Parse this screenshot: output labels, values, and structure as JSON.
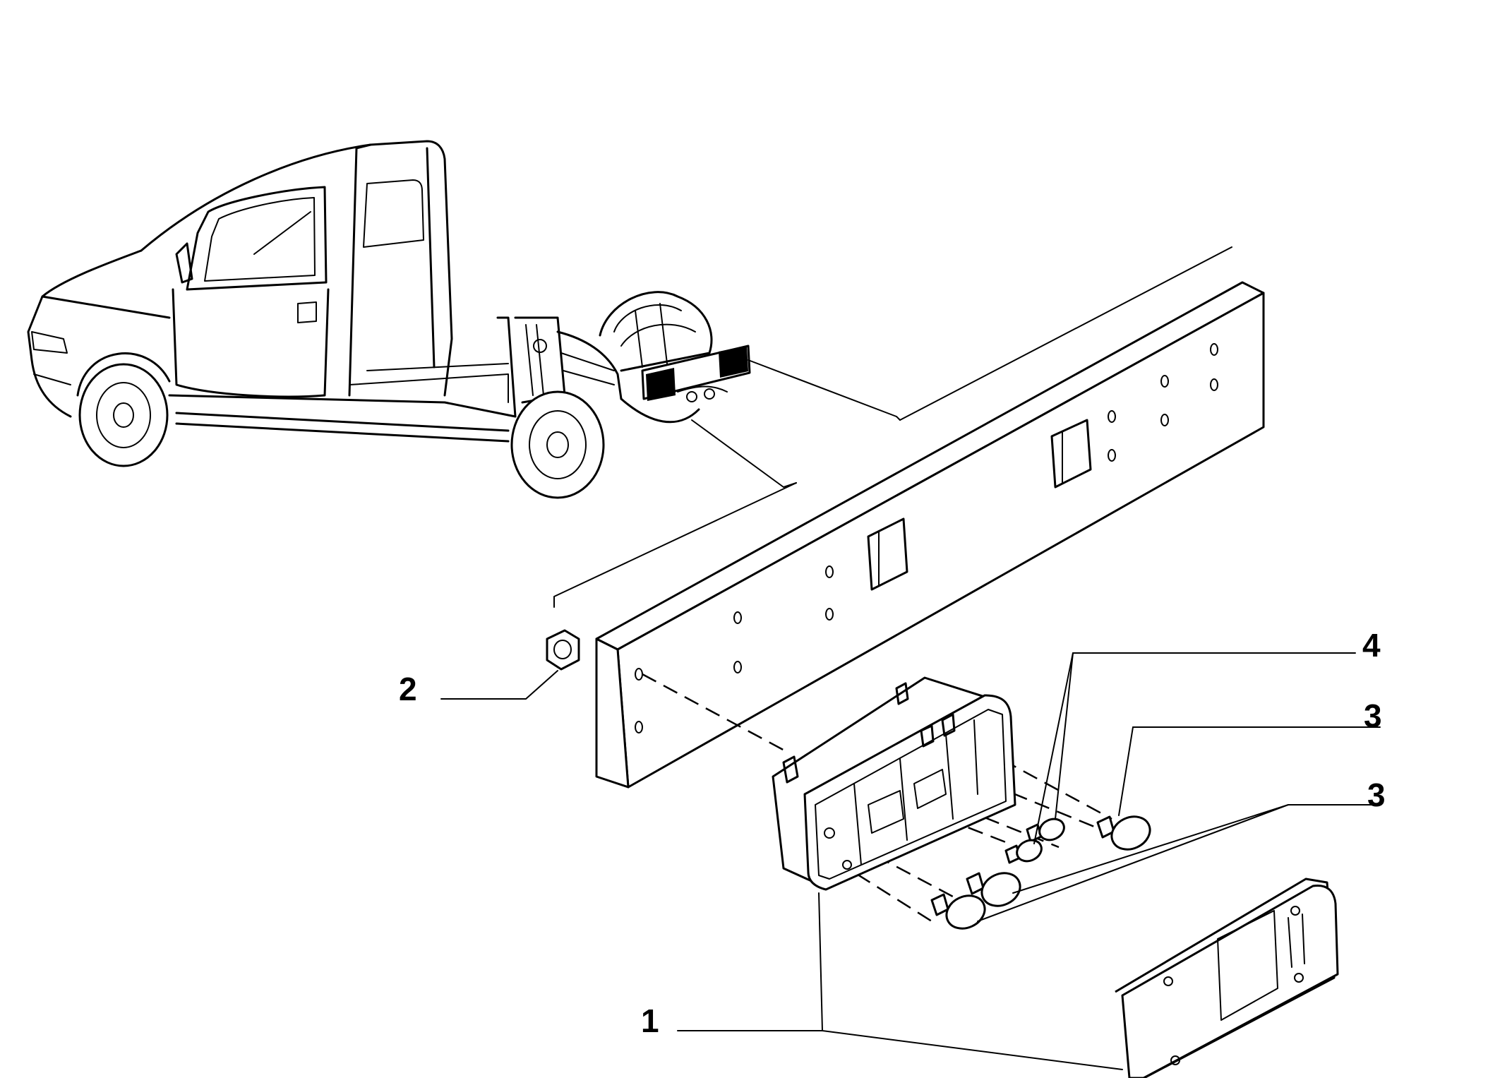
{
  "callouts": [
    {
      "id": "1",
      "label": "1"
    },
    {
      "id": "2",
      "label": "2"
    },
    {
      "id": "3a",
      "label": "3"
    },
    {
      "id": "3b",
      "label": "3"
    },
    {
      "id": "4",
      "label": "4"
    }
  ]
}
